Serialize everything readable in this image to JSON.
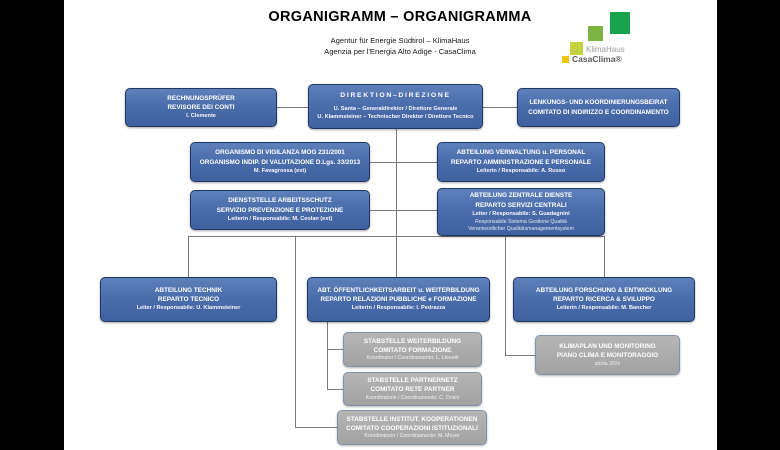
{
  "header": {
    "title": "ORGANIGRAMM – ORGANIGRAMMA",
    "subtitle_de": "Agentur für Energie Südtirol – KlimaHaus",
    "subtitle_it": "Agenzia per l'Energia Alto Adige - CasaClima"
  },
  "logo": {
    "brand_line1": "KlimaHaus",
    "brand_line2": "CasaClima®",
    "colors": {
      "square_large": "#18a24b",
      "square_medium": "#7cb342",
      "square_small": "#c6d340",
      "square_yellow": "#f0c612",
      "text_light": "#9b9b9b",
      "text_dark": "#5c5c5c"
    }
  },
  "colors": {
    "box_blue": "#4a6dac",
    "box_blue_border": "#1f3864",
    "box_gray": "#a6a6a6",
    "box_gray_border": "#8292ab",
    "connector": "#7a7a7a",
    "background": "#000000",
    "slide": "#ffffff"
  },
  "nodes": {
    "rechnungspruefer": {
      "lines": [
        "RECHNUNGSPRÜFER",
        "REVISORE DEI CONTI",
        "I. Clemente"
      ]
    },
    "direktion": {
      "lines": [
        "DIREKTION–DIREZIONE",
        "U. Santa – Generaldirektor / Direttore Generale",
        "U. Klammsteiner – Technischer Direktor / Direttore Tecnico"
      ]
    },
    "lenkungsbeirat": {
      "lines": [
        "LENKUNGS- UND KOORDINIERUNGSBEIRAT",
        "COMITATO DI INDIRIZZO E COORDINAMENTO"
      ]
    },
    "organismo": {
      "lines": [
        "ORGANISMO DI VIGILANZA MOG 231/2001",
        "ORGANISMO INDIP. DI VALUTAZIONE D.Lgs. 33/2013",
        "M. Favagrossa (ext)"
      ]
    },
    "verwaltung": {
      "lines": [
        "ABTEILUNG VERWALTUNG u. PERSONAL",
        "REPARTO AMMINISTRAZIONE E PERSONALE",
        "Leiterin / Responsabile: A. Russo"
      ]
    },
    "arbeitsschutz": {
      "lines": [
        "DIENSTSTELLE ARBEITSSCHUTZ",
        "SERVIZIO PREVENZIONE E PROTEZIONE",
        "Leiterin / Responsabile: M. Ceolan (ext)"
      ]
    },
    "zentrale_dienste": {
      "lines": [
        "ABTEILUNG ZENTRALE DIENSTE",
        "REPARTO SERVIZI CENTRALI",
        "Leiter / Responsabile: S. Guadagnini",
        "Responsabile Sistema Gestione Qualità",
        "Verantwortlicher Qualitätsmanagementsystem"
      ]
    },
    "technik": {
      "lines": [
        "ABTEILUNG TECHNIK",
        "REPARTO TECNICO",
        "Leiter / Responsabile: U. Klammsteiner"
      ]
    },
    "oeffentlichkeitsarbeit": {
      "lines": [
        "ABT. ÖFFENTLICHKEITSARBEIT u. WEITERBILDUNG",
        "REPARTO RELAZIONI PUBBLICHE e FORMAZIONE",
        "Leiterin / Responsabile: I. Pedrazza"
      ]
    },
    "forschung": {
      "lines": [
        "ABTEILUNG FORSCHUNG & ENTWICKLUNG",
        "REPARTO RICERCA & SVILUPPO",
        "Leiterin / Responsabile: M. Bancher"
      ]
    },
    "weiterbildung": {
      "lines": [
        "STABSTELLE WEITERBILDUNG",
        "COMITATO FORMAZIONE",
        "Koordinator / Coordinamento: L. Lionetti"
      ]
    },
    "partnernetz": {
      "lines": [
        "STABSTELLE PARTNERNETZ",
        "COMITATO RETE PARTNER",
        "Koordinatorin / Coordinamento: C. Orsini"
      ]
    },
    "institutionelle_kooperationen": {
      "lines": [
        "STABSTELLE INSTITUT. KOOPERATIONEN",
        "COMITATO COOPERAZIONI ISTITUZIONALI",
        "Koordinatorin / Coordinamento: M. Meyer"
      ]
    },
    "klimaplan": {
      "lines": [
        "KLIMAPLAN UND MONITORING",
        "PIANO CLIMA E MONITORAGGIO",
        "ab/da 202x"
      ]
    }
  }
}
